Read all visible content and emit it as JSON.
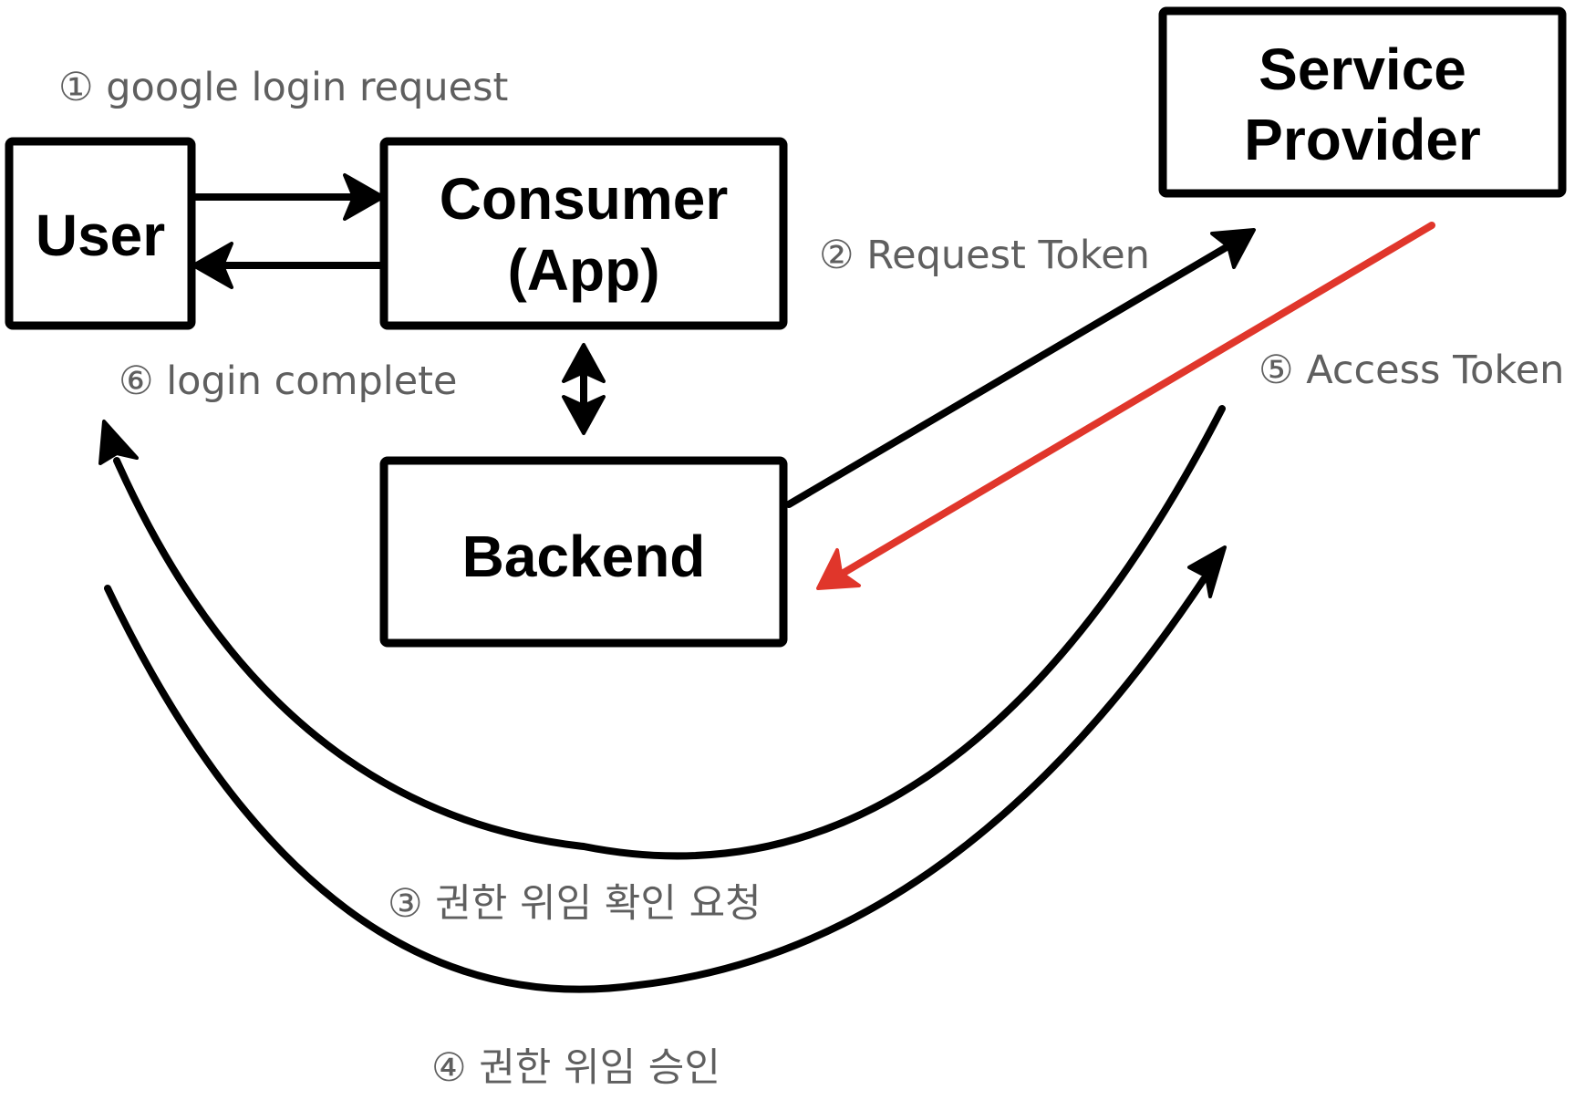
{
  "nodes": {
    "user": {
      "label": "User"
    },
    "consumer": {
      "line1": "Consumer",
      "line2": "(App)"
    },
    "backend": {
      "label": "Backend"
    },
    "service_provider": {
      "line1": "Service",
      "line2": "Provider"
    }
  },
  "steps": {
    "step1": "① google login request",
    "step2": "② Request Token",
    "step3": "③ 권한 위임 확인 요청",
    "step4": "④ 권한 위임 승인",
    "step5": "⑤ Access Token",
    "step6": "⑥ login complete"
  },
  "colors": {
    "ink": "#000000",
    "access_token_arrow": "#e0362b",
    "step_text": "#5f5f5f"
  }
}
